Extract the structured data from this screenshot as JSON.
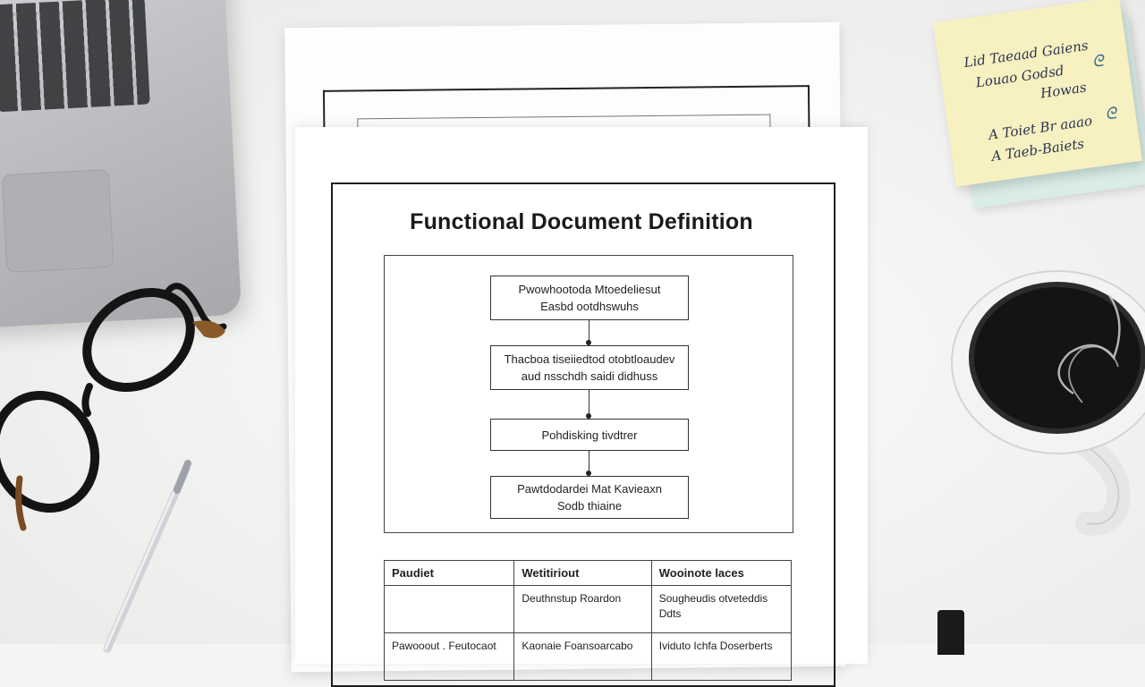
{
  "document": {
    "title": "Functional Document Definition",
    "flow_steps": [
      "Pwowhootoda Mtoedeliesut\nEasbd ootdhswuhs",
      "Thacboa tiseiiedtod otobtloaudev\naud nsschdh saidi didhuss",
      "Pohdisking tivdtrer",
      "Pawtdodardei Mat Kavieaxn\nSodb thiaine"
    ],
    "table": {
      "headers": [
        "Paudiet",
        "Wetitiriout",
        "Wooinote laces"
      ],
      "rows": [
        [
          "",
          "Deuthnstup Roardon",
          "Sougheudis otveteddis\nDdts"
        ],
        [
          "Pawooout . Feutocaot",
          "Kaonaie Foansoarcabo",
          "Ividuto Ichfa Doserberts"
        ]
      ]
    }
  },
  "sticky_note": {
    "lines": [
      "Lid Taeaad Gaiens",
      "Louao Godsd",
      "Howas",
      "A Toiet Br aaao",
      "A Taeb-Baiets"
    ]
  },
  "colors": {
    "sticky_yellow": "#f7f0c0",
    "sticky_blue": "#d9ece6",
    "coffee": "#141414"
  },
  "icons": [
    "laptop-icon",
    "glasses-icon",
    "pen-icon",
    "coffee-mug-icon",
    "marker-icon"
  ]
}
